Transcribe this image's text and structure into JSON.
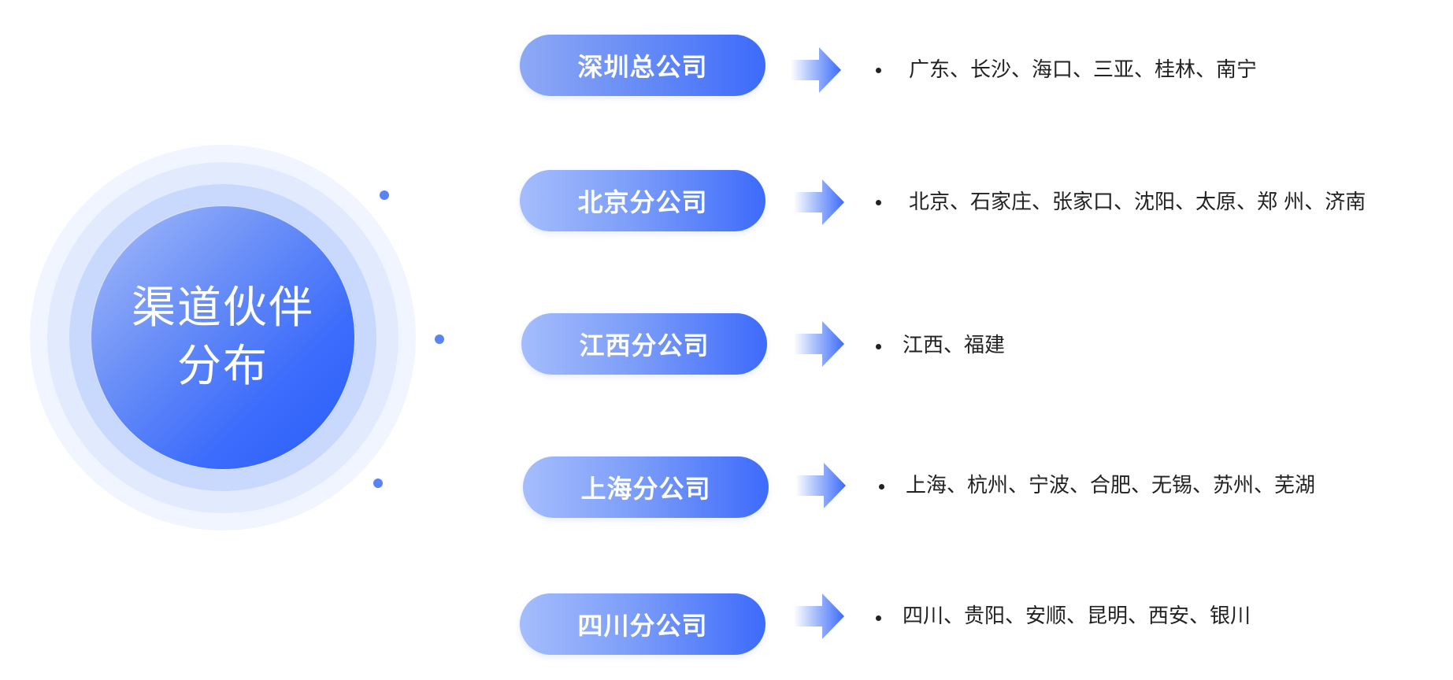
{
  "center": {
    "title_line1": "渠道伙伴",
    "title_line2": "分布"
  },
  "branches": [
    {
      "name": "深圳总公司",
      "cities": "广东、长沙、海口、三亚、桂林、南宁"
    },
    {
      "name": "北京分公司",
      "cities": "北京、石家庄、张家口、沈阳、太原、郑  州、济南"
    },
    {
      "name": "江西分公司",
      "cities": "江西、福建"
    },
    {
      "name": "上海分公司",
      "cities": "上海、杭州、宁波、合肥、无锡、苏州、芜湖"
    },
    {
      "name": "四川分公司",
      "cities": "四川、贵阳、安顺、昆明、西安、银川"
    }
  ],
  "icons": {
    "arrow": "arrow-right-icon",
    "bullet": "bullet-icon"
  },
  "colors": {
    "accent": "#3d6bfb",
    "accent_light": "#a5bdfc",
    "ring_light": "#e2eafe",
    "text": "#222222"
  }
}
